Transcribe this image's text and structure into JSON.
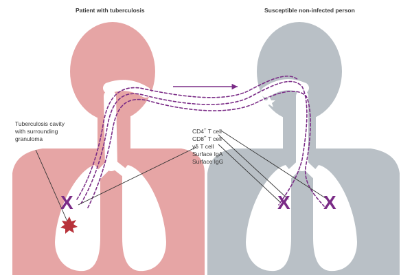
{
  "titles": {
    "left": "Patient with tuberculosis",
    "right": "Susceptible non-infected person"
  },
  "labels": {
    "cavity": "Tuberculosis cavity with surrounding granuloma",
    "immune": [
      {
        "base": "CD4",
        "sup": "+",
        "rest": " T cell"
      },
      {
        "base": "CD8",
        "sup": "+",
        "rest": " T cell"
      },
      {
        "base": "γδ T cell",
        "sup": "",
        "rest": ""
      },
      {
        "base": "Surface IgA",
        "sup": "",
        "rest": ""
      },
      {
        "base": "Surface IgG",
        "sup": "",
        "rest": ""
      }
    ]
  },
  "marks": {
    "x_symbol": "X"
  },
  "colors": {
    "patient_body": "#e6a5a5",
    "healthy_body": "#b9c0c6",
    "lungs": "#ffffff",
    "accent_purple": "#7a2b86",
    "cavity_red": "#b8323a",
    "leader_line": "#333333"
  },
  "icons": {
    "cavity": "starburst-icon",
    "direction": "arrow-right-icon"
  }
}
